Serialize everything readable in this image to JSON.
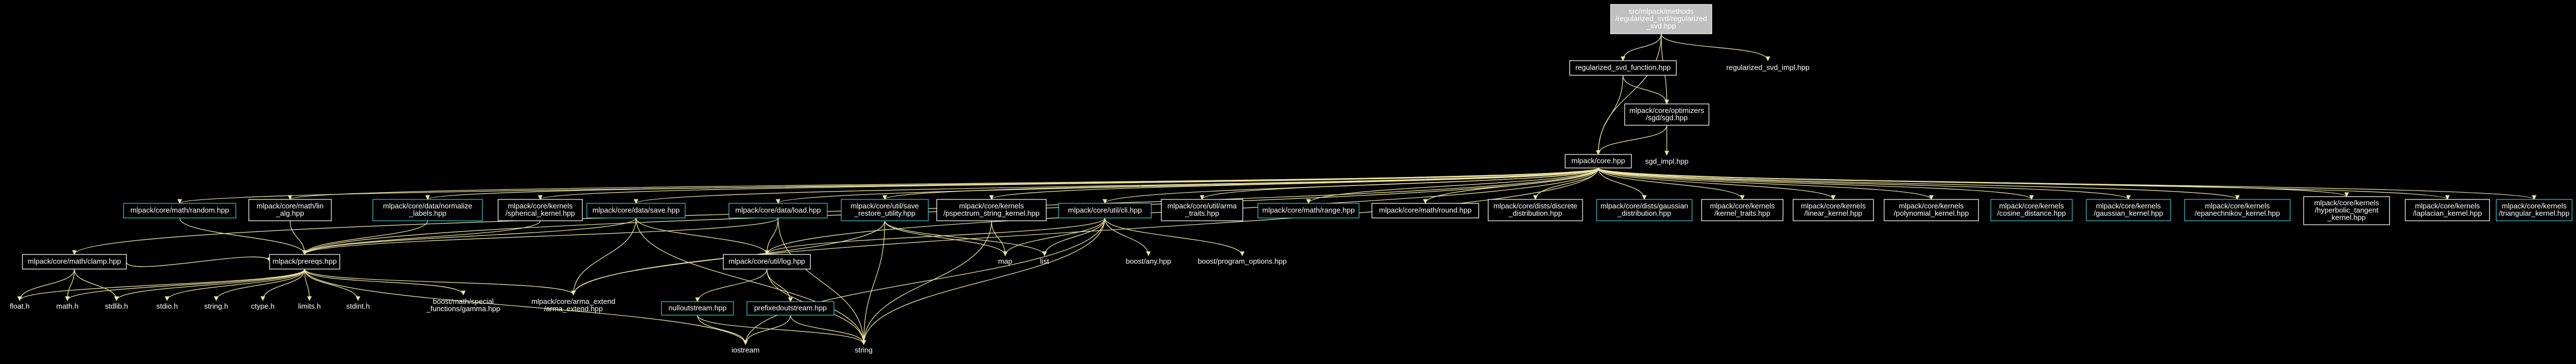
{
  "colors": {
    "background": "#000000",
    "edge": "#f0e6a0",
    "box_white": "#ffffff",
    "box_cyan": "#38c6d6",
    "box_root_fill": "#bfbfbf",
    "box_root_text": "#000000",
    "text": "#ffffff"
  },
  "nodes": [
    {
      "id": "root",
      "lines": [
        "src/mlpack/methods",
        "/regularized_svd/regularized",
        "_svd.hpp"
      ],
      "style": "root",
      "interactable": true
    },
    {
      "id": "rsvd_fn",
      "lines": [
        "regularized_svd_function.hpp"
      ],
      "style": "white",
      "interactable": true
    },
    {
      "id": "rsvd_impl",
      "lines": [
        "regularized_svd_impl.hpp"
      ],
      "style": "none",
      "interactable": true
    },
    {
      "id": "sgd",
      "lines": [
        "mlpack/core/optimizers",
        "/sgd/sgd.hpp"
      ],
      "style": "white",
      "interactable": true
    },
    {
      "id": "core",
      "lines": [
        "mlpack/core.hpp"
      ],
      "style": "white",
      "interactable": true
    },
    {
      "id": "sgd_impl",
      "lines": [
        "sgd_impl.hpp"
      ],
      "style": "none",
      "interactable": true
    },
    {
      "id": "random",
      "lines": [
        "mlpack/core/math/random.hpp"
      ],
      "style": "cyan",
      "interactable": true
    },
    {
      "id": "lin_alg",
      "lines": [
        "mlpack/core/math/lin",
        "_alg.hpp"
      ],
      "style": "white",
      "interactable": true
    },
    {
      "id": "normalize",
      "lines": [
        "mlpack/core/data/normalize",
        "_labels.hpp"
      ],
      "style": "cyan",
      "interactable": true
    },
    {
      "id": "spherical",
      "lines": [
        "mlpack/core/kernels",
        "/spherical_kernel.hpp"
      ],
      "style": "white",
      "interactable": true
    },
    {
      "id": "save",
      "lines": [
        "mlpack/core/data/save.hpp"
      ],
      "style": "cyan",
      "interactable": true
    },
    {
      "id": "load",
      "lines": [
        "mlpack/core/data/load.hpp"
      ],
      "style": "cyan",
      "interactable": true
    },
    {
      "id": "save_restore",
      "lines": [
        "mlpack/core/util/save",
        "_restore_utility.hpp"
      ],
      "style": "cyan",
      "interactable": true
    },
    {
      "id": "pspectrum",
      "lines": [
        "mlpack/core/kernels",
        "/pspectrum_string_kernel.hpp"
      ],
      "style": "white",
      "interactable": true
    },
    {
      "id": "cli",
      "lines": [
        "mlpack/core/util/cli.hpp"
      ],
      "style": "cyan",
      "interactable": true
    },
    {
      "id": "arma_traits",
      "lines": [
        "mlpack/core/util/arma",
        "_traits.hpp"
      ],
      "style": "white",
      "interactable": true
    },
    {
      "id": "range",
      "lines": [
        "mlpack/core/math/range.hpp"
      ],
      "style": "cyan",
      "interactable": true
    },
    {
      "id": "round",
      "lines": [
        "mlpack/core/math/round.hpp"
      ],
      "style": "white",
      "interactable": true
    },
    {
      "id": "discrete",
      "lines": [
        "mlpack/core/dists/discrete",
        "_distribution.hpp"
      ],
      "style": "white",
      "interactable": true
    },
    {
      "id": "gaussian_dist",
      "lines": [
        "mlpack/core/dists/gaussian",
        "_distribution.hpp"
      ],
      "style": "cyan",
      "interactable": true
    },
    {
      "id": "kernel_traits",
      "lines": [
        "mlpack/core/kernels",
        "/kernel_traits.hpp"
      ],
      "style": "white",
      "interactable": true
    },
    {
      "id": "linear_kernel",
      "lines": [
        "mlpack/core/kernels",
        "/linear_kernel.hpp"
      ],
      "style": "white",
      "interactable": true
    },
    {
      "id": "poly_kernel",
      "lines": [
        "mlpack/core/kernels",
        "/polynomial_kernel.hpp"
      ],
      "style": "white",
      "interactable": true
    },
    {
      "id": "cosine",
      "lines": [
        "mlpack/core/kernels",
        "/cosine_distance.hpp"
      ],
      "style": "cyan",
      "interactable": true
    },
    {
      "id": "gaussian_kernel",
      "lines": [
        "mlpack/core/kernels",
        "/gaussian_kernel.hpp"
      ],
      "style": "cyan",
      "interactable": true
    },
    {
      "id": "epan",
      "lines": [
        "mlpack/core/kernels",
        "/epanechnikov_kernel.hpp"
      ],
      "style": "cyan",
      "interactable": true
    },
    {
      "id": "hyper_tan",
      "lines": [
        "mlpack/core/kernels",
        "/hyperbolic_tangent",
        "_kernel.hpp"
      ],
      "style": "white",
      "interactable": true
    },
    {
      "id": "laplacian",
      "lines": [
        "mlpack/core/kernels",
        "/laplacian_kernel.hpp"
      ],
      "style": "white",
      "interactable": true
    },
    {
      "id": "triangular",
      "lines": [
        "mlpack/core/kernels",
        "/triangular_kernel.hpp"
      ],
      "style": "cyan",
      "interactable": true
    },
    {
      "id": "clamp",
      "lines": [
        "mlpack/core/math/clamp.hpp"
      ],
      "style": "white",
      "interactable": true
    },
    {
      "id": "prereqs",
      "lines": [
        "mlpack/prereqs.hpp"
      ],
      "style": "white",
      "interactable": true
    },
    {
      "id": "log",
      "lines": [
        "mlpack/core/util/log.hpp"
      ],
      "style": "white",
      "interactable": true
    },
    {
      "id": "map",
      "lines": [
        "map"
      ],
      "style": "none",
      "interactable": true
    },
    {
      "id": "list",
      "lines": [
        "list"
      ],
      "style": "none",
      "interactable": true
    },
    {
      "id": "boost_any",
      "lines": [
        "boost/any.hpp"
      ],
      "style": "none",
      "interactable": true
    },
    {
      "id": "boost_po",
      "lines": [
        "boost/program_options.hpp"
      ],
      "style": "none",
      "interactable": true
    },
    {
      "id": "float",
      "lines": [
        "float.h"
      ],
      "style": "none",
      "interactable": true
    },
    {
      "id": "math",
      "lines": [
        "math.h"
      ],
      "style": "none",
      "interactable": true
    },
    {
      "id": "stdlib",
      "lines": [
        "stdlib.h"
      ],
      "style": "none",
      "interactable": true
    },
    {
      "id": "stdio",
      "lines": [
        "stdio.h"
      ],
      "style": "none",
      "interactable": true
    },
    {
      "id": "string_h",
      "lines": [
        "string.h"
      ],
      "style": "none",
      "interactable": true
    },
    {
      "id": "ctype",
      "lines": [
        "ctype.h"
      ],
      "style": "none",
      "interactable": true
    },
    {
      "id": "limits",
      "lines": [
        "limits.h"
      ],
      "style": "none",
      "interactable": true
    },
    {
      "id": "stdint",
      "lines": [
        "stdint.h"
      ],
      "style": "none",
      "interactable": true
    },
    {
      "id": "gamma",
      "lines": [
        "boost/math/special",
        "_functions/gamma.hpp"
      ],
      "style": "none",
      "interactable": true
    },
    {
      "id": "arma_extend",
      "lines": [
        "mlpack/core/arma_extend",
        "/arma_extend.hpp"
      ],
      "style": "none",
      "interactable": true
    },
    {
      "id": "nullout",
      "lines": [
        "nulloutstream.hpp"
      ],
      "style": "cyan",
      "interactable": true
    },
    {
      "id": "prefixed",
      "lines": [
        "prefixedoutstream.hpp"
      ],
      "style": "cyan",
      "interactable": true
    },
    {
      "id": "iostream",
      "lines": [
        "iostream"
      ],
      "style": "none",
      "interactable": true
    },
    {
      "id": "string",
      "lines": [
        "string"
      ],
      "style": "none",
      "interactable": true
    }
  ],
  "edges": [
    [
      "root",
      "rsvd_fn"
    ],
    [
      "root",
      "rsvd_impl"
    ],
    [
      "root",
      "sgd"
    ],
    [
      "root",
      "core"
    ],
    [
      "rsvd_fn",
      "sgd"
    ],
    [
      "rsvd_fn",
      "core"
    ],
    [
      "sgd",
      "core"
    ],
    [
      "sgd",
      "sgd_impl"
    ],
    [
      "core",
      "random"
    ],
    [
      "core",
      "lin_alg"
    ],
    [
      "core",
      "normalize"
    ],
    [
      "core",
      "spherical"
    ],
    [
      "core",
      "save"
    ],
    [
      "core",
      "load"
    ],
    [
      "core",
      "save_restore"
    ],
    [
      "core",
      "pspectrum"
    ],
    [
      "core",
      "cli"
    ],
    [
      "core",
      "arma_traits"
    ],
    [
      "core",
      "range"
    ],
    [
      "core",
      "round"
    ],
    [
      "core",
      "discrete"
    ],
    [
      "core",
      "gaussian_dist"
    ],
    [
      "core",
      "kernel_traits"
    ],
    [
      "core",
      "linear_kernel"
    ],
    [
      "core",
      "poly_kernel"
    ],
    [
      "core",
      "cosine"
    ],
    [
      "core",
      "gaussian_kernel"
    ],
    [
      "core",
      "epan"
    ],
    [
      "core",
      "hyper_tan"
    ],
    [
      "core",
      "laplacian"
    ],
    [
      "core",
      "triangular"
    ],
    [
      "core",
      "clamp"
    ],
    [
      "core",
      "prereqs"
    ],
    [
      "core",
      "log"
    ],
    [
      "core",
      "arma_extend"
    ],
    [
      "random",
      "prereqs"
    ],
    [
      "lin_alg",
      "prereqs"
    ],
    [
      "normalize",
      "prereqs"
    ],
    [
      "spherical",
      "prereqs"
    ],
    [
      "save",
      "log"
    ],
    [
      "save",
      "prereqs"
    ],
    [
      "save",
      "arma_extend"
    ],
    [
      "save",
      "string"
    ],
    [
      "load",
      "log"
    ],
    [
      "load",
      "prereqs"
    ],
    [
      "load",
      "string"
    ],
    [
      "save_restore",
      "map"
    ],
    [
      "save_restore",
      "string"
    ],
    [
      "save_restore",
      "arma_extend"
    ],
    [
      "save_restore",
      "list"
    ],
    [
      "pspectrum",
      "map"
    ],
    [
      "pspectrum",
      "string"
    ],
    [
      "cli",
      "map"
    ],
    [
      "cli",
      "list"
    ],
    [
      "cli",
      "boost_any"
    ],
    [
      "cli",
      "boost_po"
    ],
    [
      "cli",
      "string"
    ],
    [
      "cli",
      "iostream"
    ],
    [
      "cli",
      "log"
    ],
    [
      "clamp",
      "prereqs"
    ],
    [
      "clamp",
      "float"
    ],
    [
      "clamp",
      "math"
    ],
    [
      "clamp",
      "stdlib"
    ],
    [
      "prereqs",
      "float"
    ],
    [
      "prereqs",
      "math"
    ],
    [
      "prereqs",
      "stdlib"
    ],
    [
      "prereqs",
      "stdio"
    ],
    [
      "prereqs",
      "string_h"
    ],
    [
      "prereqs",
      "ctype"
    ],
    [
      "prereqs",
      "limits"
    ],
    [
      "prereqs",
      "stdint"
    ],
    [
      "prereqs",
      "gamma"
    ],
    [
      "prereqs",
      "arma_extend"
    ],
    [
      "prereqs",
      "iostream"
    ],
    [
      "log",
      "nullout"
    ],
    [
      "log",
      "prefixed"
    ],
    [
      "log",
      "string"
    ],
    [
      "nullout",
      "iostream"
    ],
    [
      "nullout",
      "string"
    ],
    [
      "prefixed",
      "iostream"
    ],
    [
      "prefixed",
      "string"
    ]
  ]
}
